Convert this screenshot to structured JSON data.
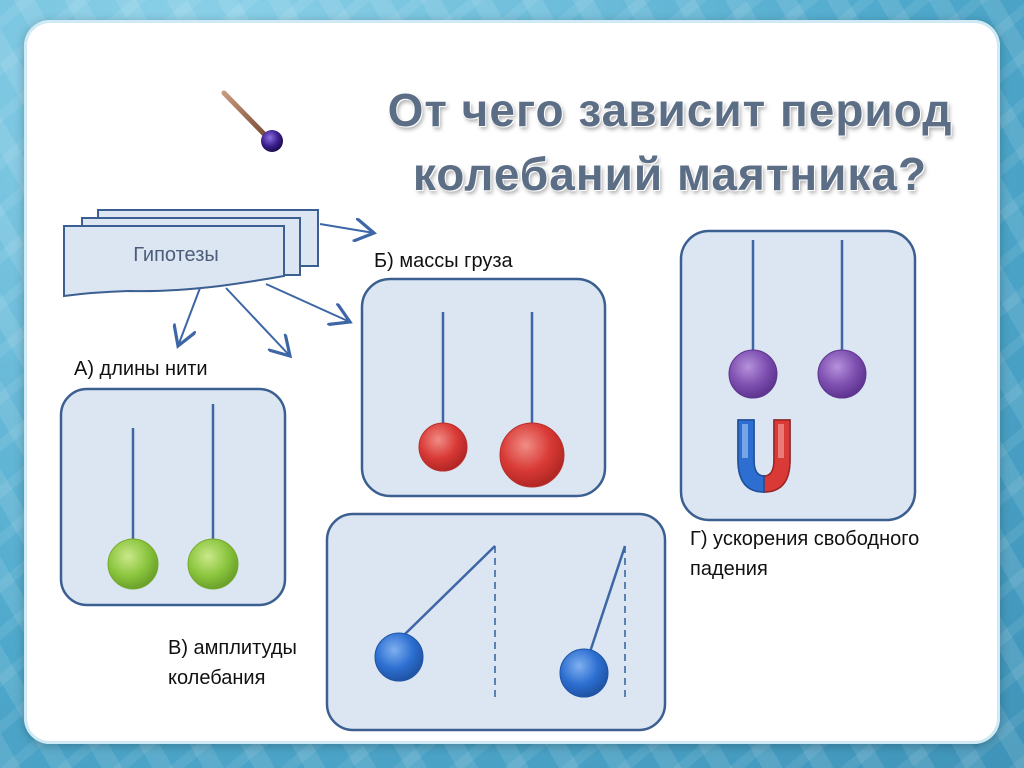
{
  "title": {
    "line1": "От чего  зависит  период",
    "line2": "колебаний маятника?"
  },
  "hypotheses_label": "Гипотезы",
  "labels": {
    "a": "А) длины нити",
    "b": "Б) массы груза",
    "v_line1": "В) амплитуды",
    "v_line2": "колебания",
    "g_line1": "Г) ускорения свободного",
    "g_line2": "падения"
  },
  "colors": {
    "box_fill": "#dce6f2",
    "box_stroke": "#3b5f91",
    "string": "#3d66a6",
    "ball_green": "#8cc63f",
    "ball_red": "#d93a36",
    "ball_blue": "#2d6fd1",
    "ball_purple": "#7e4fb0",
    "title_color": "#5c6e86"
  },
  "icons": {
    "pendulum": "pendulum-icon",
    "magnet": "horseshoe-magnet-icon",
    "arrow": "arrow-icon"
  }
}
